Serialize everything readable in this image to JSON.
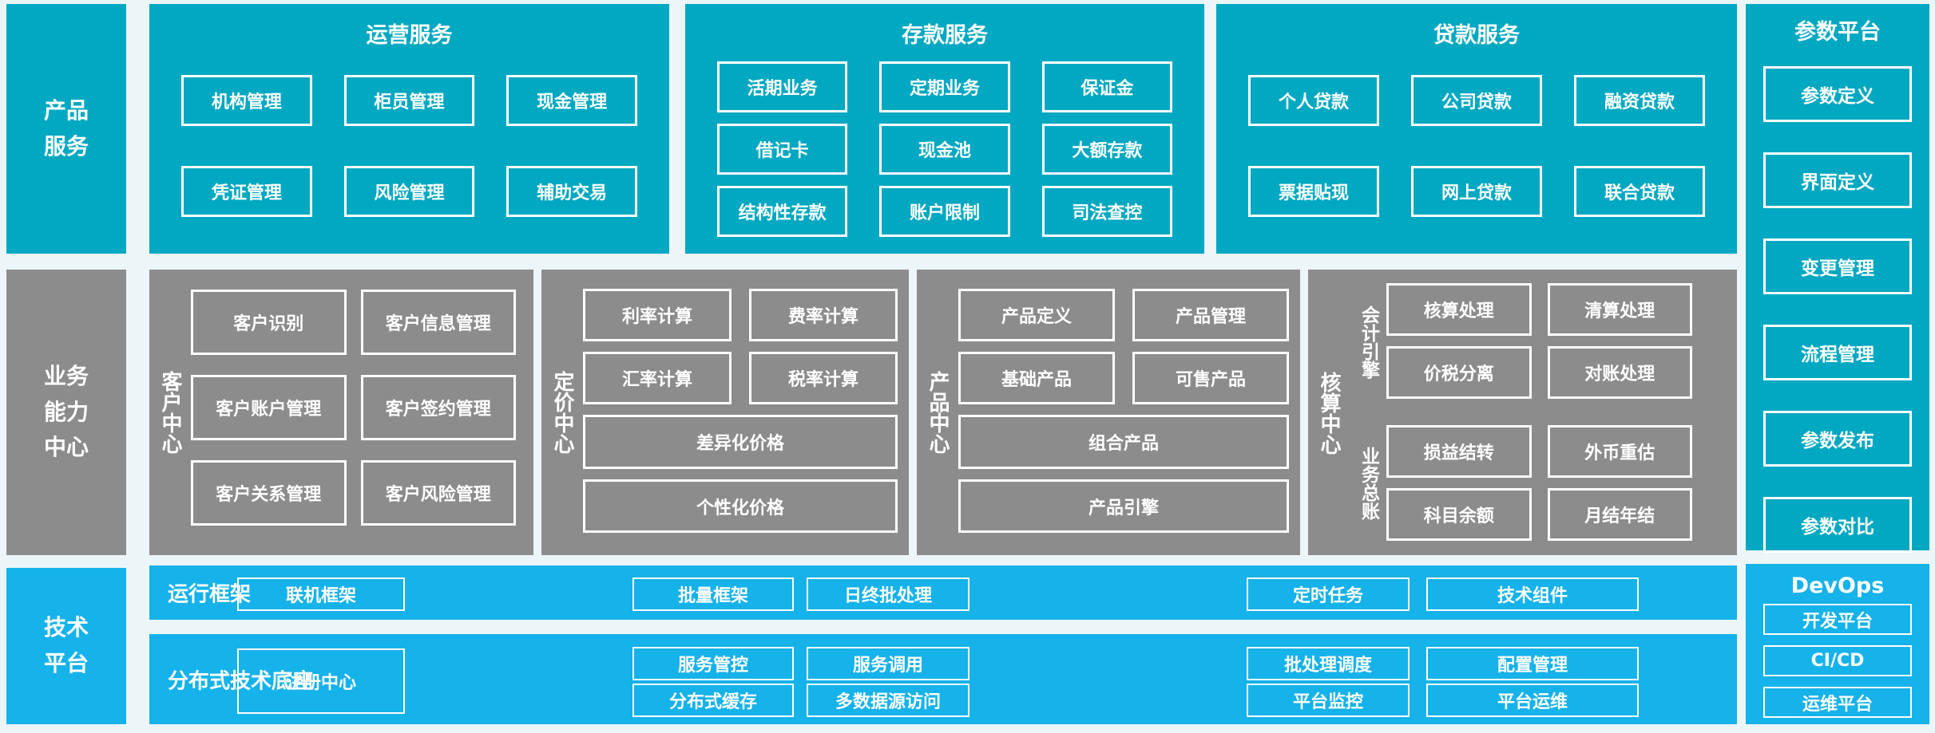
{
  "palette": {
    "teal": "#00a8c2",
    "gray": "#8c8c8c",
    "blue": "#16b2ea",
    "bg": "#ecf6f9",
    "text": "#ffffff"
  },
  "side_labels": {
    "product": "产品\n服务",
    "business": "业务\n能力\n中心",
    "tech": "技术\n平台"
  },
  "top_groups": [
    {
      "title": "运营服务",
      "rows": [
        [
          "机构管理",
          "柜员管理",
          "现金管理"
        ],
        [
          "凭证管理",
          "风险管理",
          "辅助交易"
        ]
      ]
    },
    {
      "title": "存款服务",
      "rows": [
        [
          "活期业务",
          "定期业务",
          "保证金"
        ],
        [
          "借记卡",
          "现金池",
          "大额存款"
        ],
        [
          "结构性存款",
          "账户限制",
          "司法查控"
        ]
      ]
    },
    {
      "title": "贷款服务",
      "rows": [
        [
          "个人贷款",
          "公司贷款",
          "融资贷款"
        ],
        [
          "票据贴现",
          "网上贷款",
          "联合贷款"
        ]
      ]
    }
  ],
  "param_platform": {
    "title": "参数平台",
    "items": [
      "参数定义",
      "界面定义",
      "变更管理",
      "流程管理",
      "参数发布",
      "参数对比"
    ]
  },
  "middle_groups": [
    {
      "label": "客户中心",
      "rows": [
        [
          "客户识别",
          "客户信息管理"
        ],
        [
          "客户账户管理",
          "客户签约管理"
        ],
        [
          "客户关系管理",
          "客户风险管理"
        ]
      ]
    },
    {
      "label": "定价中心",
      "rows": [
        [
          "利率计算",
          "费率计算"
        ],
        [
          "汇率计算",
          "税率计算"
        ]
      ],
      "wide": [
        "差异化价格",
        "个性化价格"
      ]
    },
    {
      "label": "产品中心",
      "rows": [
        [
          "产品定义",
          "产品管理"
        ],
        [
          "基础产品",
          "可售产品"
        ]
      ],
      "wide": [
        "组合产品",
        "产品引擎"
      ]
    },
    {
      "label": "核算中心",
      "sections": [
        {
          "label": "会计引擎",
          "rows": [
            [
              "核算处理",
              "清算处理"
            ],
            [
              "价税分离",
              "对账处理"
            ]
          ]
        },
        {
          "label": "业务总账",
          "rows": [
            [
              "损益结转",
              "外币重估"
            ],
            [
              "科目余额",
              "月结年结"
            ]
          ]
        }
      ]
    }
  ],
  "bottom_rows": [
    {
      "label": "运行框架",
      "items": [
        "联机框架",
        "批量框架",
        "日终批处理",
        "定时任务",
        "技术组件"
      ]
    },
    {
      "label": "分布式技术底座",
      "feature": "注册中心",
      "grid": [
        [
          "服务管控",
          "服务调用",
          "批处理调度",
          "配置管理"
        ],
        [
          "分布式缓存",
          "多数据源访问",
          "平台监控",
          "平台运维"
        ]
      ]
    }
  ],
  "devops": {
    "title": "DevOps",
    "items": [
      "开发平台",
      "CI/CD",
      "运维平台"
    ]
  }
}
